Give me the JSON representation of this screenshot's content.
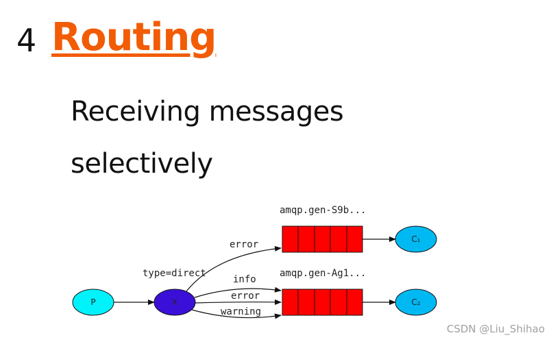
{
  "heading": {
    "number": "4",
    "title": "Routing"
  },
  "subtitle": {
    "line1": "Receiving messages",
    "line2": "selectively"
  },
  "diagram": {
    "producer_label": "P",
    "exchange_label": "X",
    "exchange_type": "type=direct",
    "queue1_name": "amqp.gen-S9b...",
    "queue2_name": "amqp.gen-Ag1...",
    "binding_error_q1": "error",
    "binding_info": "info",
    "binding_error_q2": "error",
    "binding_warning": "warning",
    "consumer1_label": "C₁",
    "consumer2_label": "C₂"
  },
  "watermark": "CSDN @Liu_Shihao",
  "colors": {
    "title": "#f25c05",
    "producer": "#00f2fa",
    "exchange": "#3a10d8",
    "queue": "#ff0000",
    "consumer": "#00b9f2"
  }
}
